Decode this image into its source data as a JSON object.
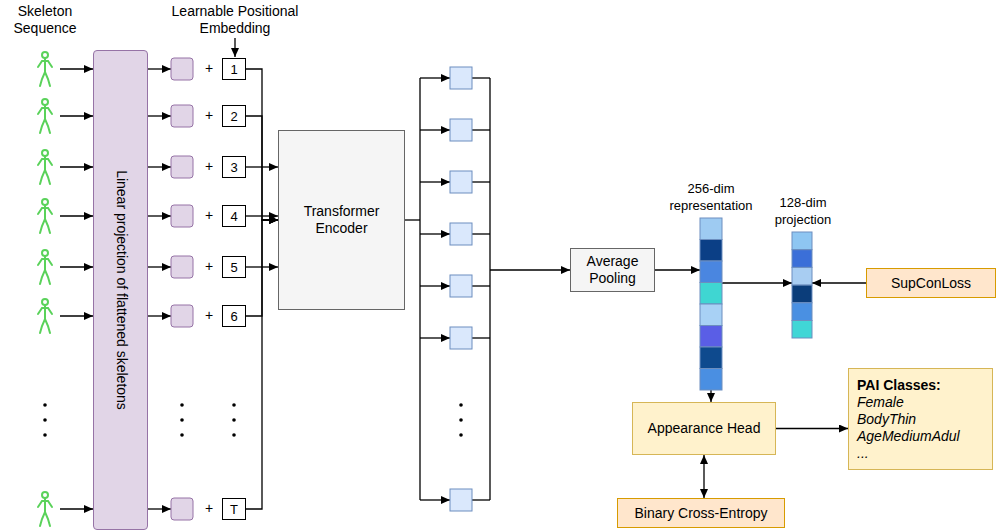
{
  "diagram": {
    "nodes": [
      {
        "text": [
          "Linear projection of flattened skeletons"
        ]
      },
      {
        "text": [
          "1"
        ]
      },
      {
        "text": [
          "2"
        ]
      },
      {
        "text": [
          "3"
        ]
      },
      {
        "text": [
          "4"
        ]
      },
      {
        "text": [
          "5"
        ]
      },
      {
        "text": [
          "6"
        ]
      },
      {
        "text": [
          "T"
        ]
      },
      {
        "text": [
          "Transformer Encoder"
        ]
      },
      {
        "text": [
          "Average Pooling"
        ]
      },
      {
        "text": [
          "SupConLoss"
        ]
      },
      {
        "text": [
          "Appearance Head"
        ]
      },
      {
        "text": [
          "PAI Classes:",
          "Female",
          "BodyThin",
          "AgeMediumAdul",
          "..."
        ]
      },
      {
        "text": [
          "Binary Cross-Entropy"
        ]
      }
    ],
    "edges": [
      {
        "from": 1,
        "to": 8,
        "arrow": "to"
      },
      {
        "from": 2,
        "to": 8,
        "arrow": "to"
      },
      {
        "from": 3,
        "to": 8,
        "arrow": "to"
      },
      {
        "from": 4,
        "to": 8,
        "arrow": "to"
      },
      {
        "from": 5,
        "to": 8,
        "arrow": "to"
      },
      {
        "from": 6,
        "to": 8,
        "arrow": "to"
      },
      {
        "from": 7,
        "to": 8,
        "arrow": "to"
      },
      {
        "from": 11,
        "to": 12,
        "arrow": "to"
      },
      {
        "from": 11,
        "to": 13,
        "arrow": "both"
      }
    ],
    "labels": [
      "Skeleton Sequence",
      "Learnable Positional Embedding",
      "+",
      "+",
      "+",
      "+",
      "+",
      "+",
      "+",
      "256-dim representation",
      "128-dim projection"
    ]
  }
}
